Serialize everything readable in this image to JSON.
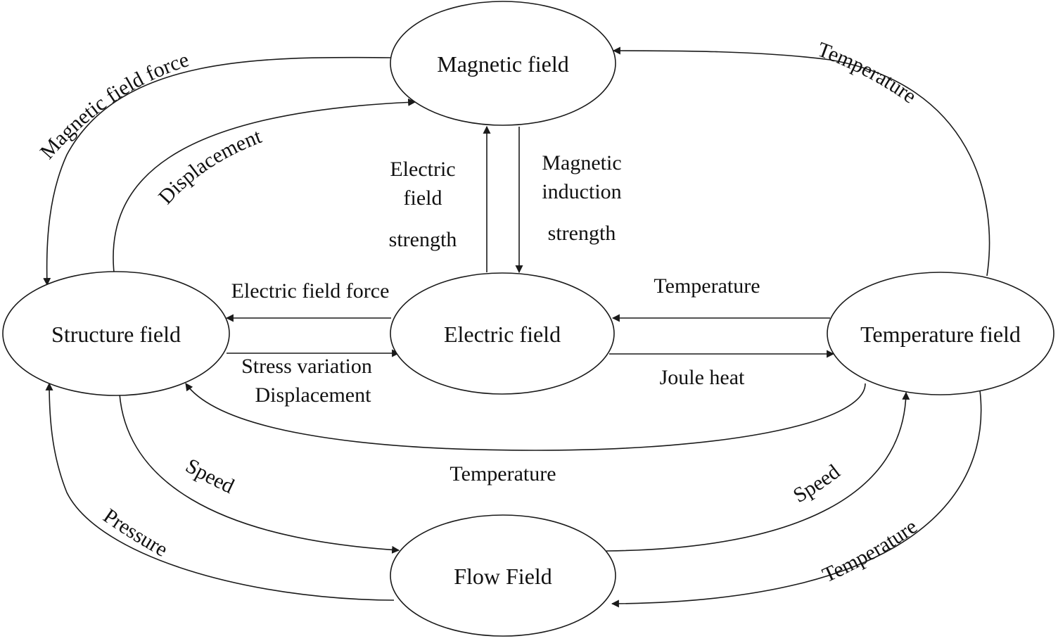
{
  "nodes": {
    "magnetic": "Magnetic field",
    "structure": "Structure field",
    "electric": "Electric field",
    "temperature": "Temperature field",
    "flow": "Flow Field"
  },
  "edges": {
    "magnetic_to_structure": "Magnetic field force",
    "structure_to_magnetic": "Displacement",
    "temperature_to_magnetic": "Temperature",
    "electric_to_magnetic_l1": "Electric",
    "electric_to_magnetic_l2": "field",
    "electric_to_magnetic_l3": "strength",
    "magnetic_to_electric_l1": "Magnetic",
    "magnetic_to_electric_l2": "induction",
    "magnetic_to_electric_l3": "strength",
    "electric_to_structure": "Electric field force",
    "structure_to_electric_l1": "Stress variation",
    "structure_to_electric_l2": "Displacement",
    "temperature_to_electric": "Temperature",
    "electric_to_temperature": "Joule heat",
    "temperature_to_structure": "Temperature",
    "structure_to_flow": "Speed",
    "flow_to_structure": "Pressure",
    "flow_to_temperature": "Speed",
    "temperature_to_flow": "Temperature"
  },
  "colors": {
    "stroke": "#1a1a1a",
    "text": "#111111",
    "background": "#ffffff"
  }
}
